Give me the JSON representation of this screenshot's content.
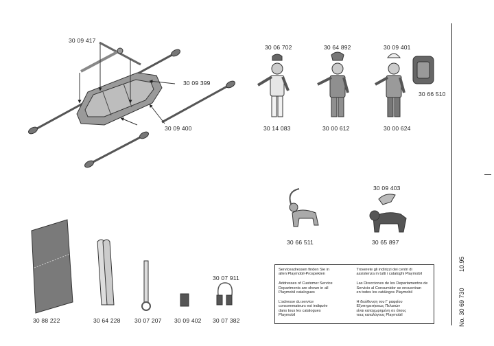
{
  "part_numbers": {
    "raft_frame": "30 09 417",
    "raft_hull": "30 09 399",
    "oars": "30 09 400",
    "cap": "30 06 702",
    "helmet_green": "30 64 892",
    "helmet_white": "30 09 401",
    "backpack": "30 66 510",
    "figure_1": "30 14 083",
    "figure_2": "30 00 612",
    "figure_3": "30 00 624",
    "ibex": "30 66 511",
    "dog_harness": "30 09 403",
    "dog": "30 65 897",
    "tent_sheet": "30 88 222",
    "skis": "30 64 228",
    "ski_pole": "30 07 207",
    "lantern": "30 09 402",
    "binoculars_strap": "30 07 911",
    "binoculars": "30 07 382"
  },
  "service_box": {
    "german": "Serviceadressen finden Sie in\nallen Playmobil-Prospekten",
    "italian": "Troverete gli indirizzi dei centri di\nassistenza in tutti i cataloghi Playmobil",
    "english": "Addresses of Customer Service\nDepartments are shown in all\nPlaymobil catalogues",
    "spanish": "Las Direcciones de los Departamentos de\nServicio al Consumidor se encuentran\nen todos los catálogos Playmobil",
    "french": "L'adresse du service\nconsommateurs est indiquée\ndans tous les catalogues\nPlaymobil",
    "greek": "Η διεύθυνση του Γ ραφείου\nΕξυπηρετήσεως Πελατών\nείναι καταχωρημένη σε όλους\nτους καταλόγους Playmobil"
  },
  "margin": {
    "date": "10.95",
    "doc_number": "No. 30 69 730"
  },
  "colors": {
    "ink": "#222222",
    "part_grey": "#8c8c8c",
    "part_light": "#c8c8c8",
    "part_dark": "#555555"
  }
}
